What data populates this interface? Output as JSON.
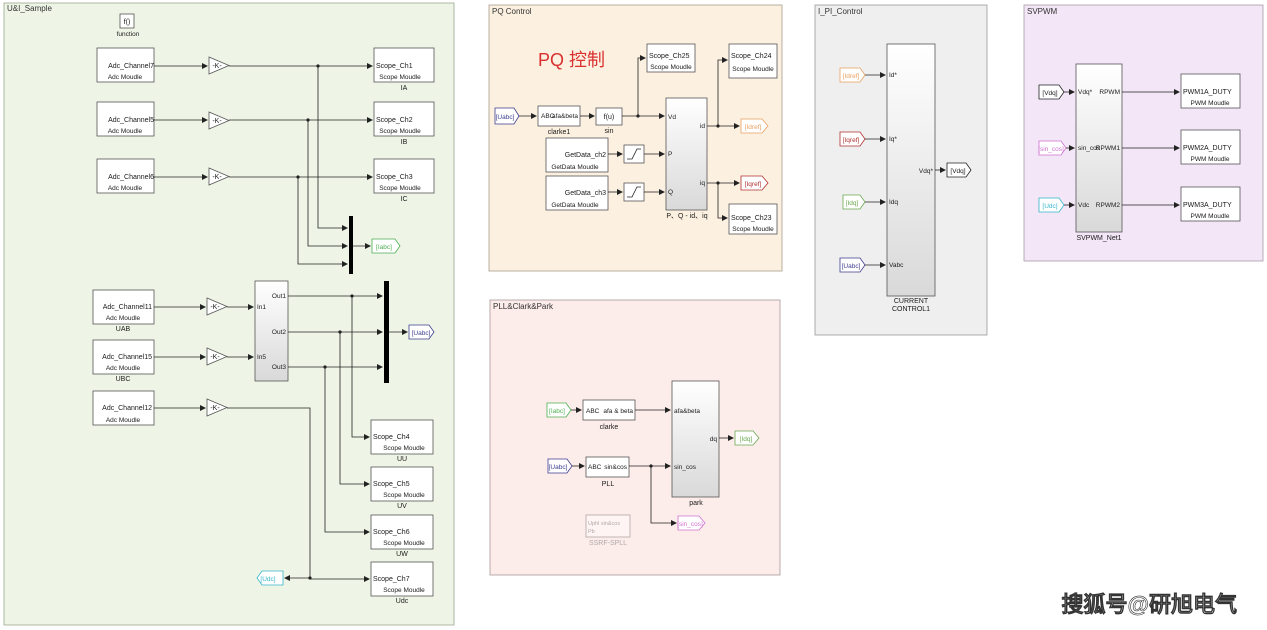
{
  "areas": {
    "ui_sample": "U&I_Sample",
    "pq_control": "PQ Control",
    "pll": "PLL&Clark&Park",
    "ipi": "I_PI_Control",
    "svpwm": "SVPWM"
  },
  "colors": {
    "ui_sample_bg": "#eef5e6",
    "pq_bg": "#fcf0e0",
    "pll_bg": "#fcecea",
    "ipi_bg": "#efefef",
    "svpwm_bg": "#f3e6f7",
    "title_red": "#d93030",
    "tag_iabc": "#4caf50",
    "tag_uabc": "#3d3d8f",
    "tag_udc": "#35b5c9",
    "tag_idref": "#e8a060",
    "tag_iqref": "#b03030",
    "tag_idq": "#6aa84f",
    "tag_vdq": "#222222",
    "tag_sincos": "#d070d0"
  },
  "ui": {
    "function_symbol": "f()",
    "function_label": "function",
    "adc_blocks": [
      {
        "name": "Adc_Channel7",
        "type": "Adc Moudle",
        "caption": ""
      },
      {
        "name": "Adc_Channel5",
        "type": "Adc Moudle",
        "caption": ""
      },
      {
        "name": "Adc_Channel6",
        "type": "Adc Moudle",
        "caption": ""
      },
      {
        "name": "Adc_Channel11",
        "type": "Adc Moudle",
        "caption": "UAB"
      },
      {
        "name": "Adc_Channel15",
        "type": "Adc Moudle",
        "caption": "UBC"
      },
      {
        "name": "Adc_Channel12",
        "type": "Adc Moudle",
        "caption": ""
      }
    ],
    "gain_label": "-K-",
    "scopes": [
      {
        "name": "Scope_Ch1",
        "type": "Scope Moudle",
        "caption": "IA"
      },
      {
        "name": "Scope_Ch2",
        "type": "Scope Moudle",
        "caption": "IB"
      },
      {
        "name": "Scope_Ch3",
        "type": "Scope Moudle",
        "caption": "IC"
      },
      {
        "name": "Scope_Ch4",
        "type": "Scope Moudle",
        "caption": "UU"
      },
      {
        "name": "Scope_Ch5",
        "type": "Scope Moudle",
        "caption": "UV"
      },
      {
        "name": "Scope_Ch6",
        "type": "Scope Moudle",
        "caption": "UW"
      },
      {
        "name": "Scope_Ch7",
        "type": "Scope Moudle",
        "caption": "Udc"
      }
    ],
    "tag_iabc": "[Iabc]",
    "tag_uabc": "[Uabc]",
    "tag_udc": "[Udc]",
    "sub_in1": "In1",
    "sub_in5": "In5",
    "sub_out1": "Out1",
    "sub_out2": "Out2",
    "sub_out3": "Out3"
  },
  "pq": {
    "title": "PQ 控制",
    "tag_uabc": "[Uabc]",
    "clarke_port_in": "ABC",
    "clarke_port_out": "afa&beta",
    "clarke_caption": "clarke1",
    "fcn": "f(u)",
    "fcn_caption": "sin",
    "getdata": [
      {
        "name": "GetData_ch2",
        "type": "GetData Moudle"
      },
      {
        "name": "GetData_ch3",
        "type": "GetData Moudle"
      }
    ],
    "pqblock": {
      "vd": "Vd",
      "p": "P",
      "q": "Q",
      "id": "id",
      "iq": "iq",
      "caption": "P、Q - id、iq"
    },
    "scopes": [
      {
        "name": "Scope_Ch25",
        "type": "Scope Moudle"
      },
      {
        "name": "Scope_Ch24",
        "type": "Scope Moudle"
      },
      {
        "name": "Scope_Ch23",
        "type": "Scope Moudle"
      }
    ],
    "tag_idref": "[Idref]",
    "tag_iqref": "[Iqref]"
  },
  "pll": {
    "tag_iabc": "[Iabc]",
    "tag_uabc": "[Uabc]",
    "clarke": {
      "in": "ABC",
      "out": "afa & beta",
      "caption": "clarke"
    },
    "pll": {
      "in": "ABC",
      "out": "sin&cos",
      "caption": "PLL"
    },
    "park": {
      "in1": "afa&beta",
      "in2": "sin_cos",
      "out": "dq",
      "caption": "park"
    },
    "tag_idq": "[Idq]",
    "tag_sincos": "[sin_cos]",
    "ssrf": {
      "line1": "Uphl sin&cos",
      "line2": "Pb",
      "caption": "SSRF-SPLL"
    }
  },
  "ipi": {
    "tags": [
      "[Idref]",
      "[Iqref]",
      "[Idq]",
      "[Uabc]"
    ],
    "ports": [
      "Id*",
      "Iq*",
      "Idq",
      "Vabc"
    ],
    "out_port": "Vdq*",
    "out_tag": "[Vdq]",
    "caption1": "CURRENT",
    "caption2": "CONTROL1"
  },
  "svpwm": {
    "tags": [
      "[Vdq]",
      "[sin_cos]",
      "[Udc]"
    ],
    "in_ports": [
      "Vdq*",
      "sin_cos",
      "Vdc"
    ],
    "out_ports": [
      "RPWM",
      "RPWM1",
      "RPWM2"
    ],
    "caption": "SVPWM_Net1",
    "duty_blocks": [
      {
        "name": "PWM1A_DUTY",
        "type": "PWM Moudle"
      },
      {
        "name": "PWM2A_DUTY",
        "type": "PWM Moudle"
      },
      {
        "name": "PWM3A_DUTY",
        "type": "PWM Moudle"
      }
    ]
  },
  "watermark": "搜狐号@研旭电气"
}
